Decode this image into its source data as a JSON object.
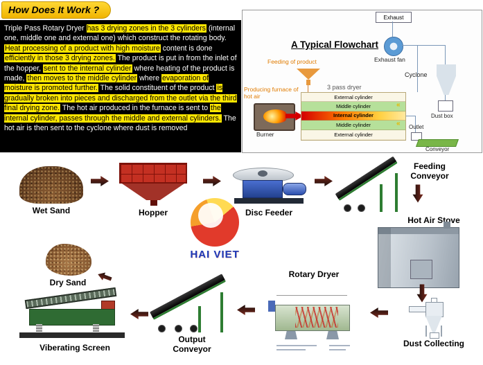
{
  "header": {
    "title": "How Does It Work ?"
  },
  "intro": {
    "segments": [
      {
        "text": "Triple Pass Rotary Dryer ",
        "hl": false
      },
      {
        "text": "has 3 drying zones in the 3 cylinders",
        "hl": true
      },
      {
        "text": " (internal one, middle one and external one) which construct the rotating body. ",
        "hl": false
      },
      {
        "text": "Heat processing of a product with high moisture",
        "hl": true
      },
      {
        "text": " content is done ",
        "hl": false
      },
      {
        "text": "efficiently in those 3 drying zones.",
        "hl": true
      },
      {
        "text": " The product is put in from the inlet of the hopper, ",
        "hl": false
      },
      {
        "text": "sent to the internal cylinder",
        "hl": true
      },
      {
        "text": " where heating of the product is made, ",
        "hl": false
      },
      {
        "text": "then moves to the middle cylinder",
        "hl": true
      },
      {
        "text": " where ",
        "hl": false
      },
      {
        "text": "evaporation of moisture is promoted further.",
        "hl": true
      },
      {
        "text": " The solid constituent of the product ",
        "hl": false
      },
      {
        "text": "is gradually broken into pieces and discharged from the outlet via the third final drying zone.",
        "hl": true
      },
      {
        "text": " The hot air produced in the furnace is sent to ",
        "hl": false
      },
      {
        "text": "the internal cylinder, passes through the middle and external cylinders.",
        "hl": true
      },
      {
        "text": " The hot air is then sent to the cyclone where dust is removed",
        "hl": false
      }
    ]
  },
  "flowchart": {
    "title": "A Typical Flowchart",
    "exhaust": "Exhaust",
    "exhaust_fan": "Exhaust fan",
    "cyclone": "Cyclone",
    "dust_box": "Dust box",
    "feeding_of_product": "Feeding of product",
    "producing_furnace": "Producing furnace of hot air",
    "burner": "Burner",
    "dryer": {
      "caption": "3 pass dryer",
      "rows": [
        "External cylinder",
        "Middle cylinder",
        "Internal cylinder",
        "Middle cylinder",
        "External cylinder"
      ]
    },
    "outlet": "Outlet",
    "conveyor": "Conveyor"
  },
  "process": {
    "stages": [
      {
        "id": "wet-sand",
        "label": "Wet Sand"
      },
      {
        "id": "hopper",
        "label": "Hopper"
      },
      {
        "id": "disc-feeder",
        "label": "Disc Feeder"
      },
      {
        "id": "feeding-conveyor",
        "label": "Feeding Conveyor"
      },
      {
        "id": "hot-air-stove",
        "label": "Hot Air Stove"
      },
      {
        "id": "rotary-dryer",
        "label": "Rotary Dryer"
      },
      {
        "id": "dust-collecting",
        "label": "Dust Collecting"
      },
      {
        "id": "output-conveyor",
        "label": "Output Conveyor"
      },
      {
        "id": "viberating-screen",
        "label": "Viberating Screen"
      },
      {
        "id": "dry-sand",
        "label": "Dry Sand"
      }
    ]
  },
  "logo": {
    "brand": "HAI VIET"
  },
  "icons": {
    "flow_arrow": "solid 3d arrow (css shape)",
    "exhaust_fan": "blue fan circle",
    "cyclone": "cyclone silhouette",
    "funnel": "orange feed funnel",
    "flame": "burner flame",
    "logo_swirl": "red-yellow swirl"
  },
  "colors": {
    "badge_yellow": "#f0b400",
    "highlight_yellow": "#ffe600",
    "orange_label": "#e07b00",
    "internal_red": "#d40000",
    "middle_green": "#b6e09a",
    "brand_blue": "#1433b8"
  }
}
